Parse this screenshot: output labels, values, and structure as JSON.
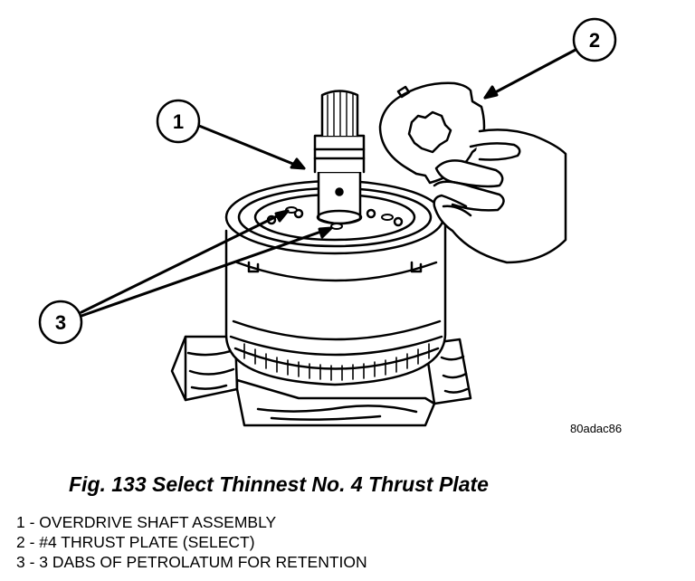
{
  "figure": {
    "image_code": "80adac86",
    "caption": "Fig. 133 Select Thinnest No. 4 Thrust Plate",
    "callouts": [
      {
        "number": "1",
        "label": "1 - OVERDRIVE SHAFT ASSEMBLY"
      },
      {
        "number": "2",
        "label": "2 - #4 THRUST PLATE (SELECT)"
      },
      {
        "number": "3",
        "label": "3 - 3 DABS OF PETROLATUM FOR RETENTION"
      }
    ]
  }
}
